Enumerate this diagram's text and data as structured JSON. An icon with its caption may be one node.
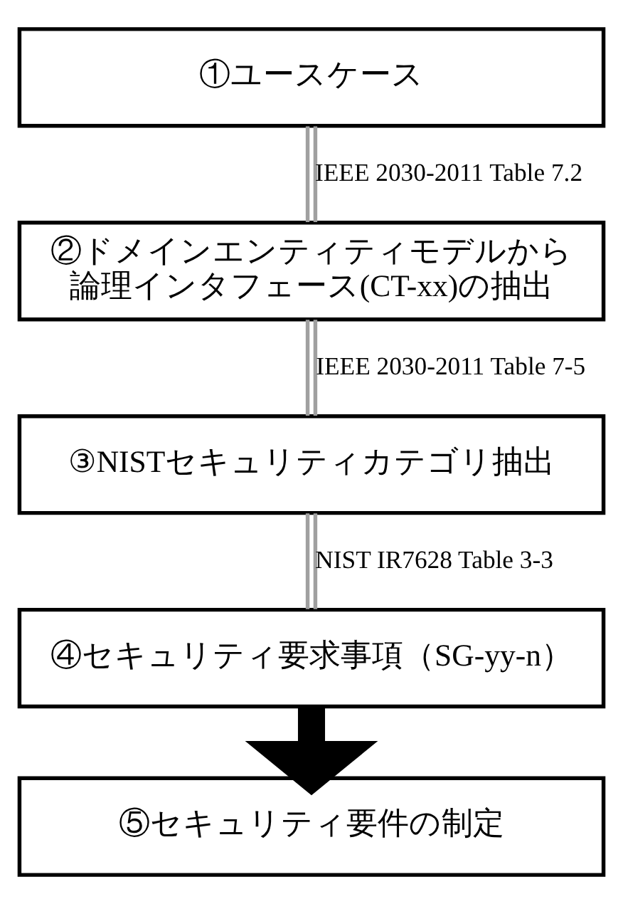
{
  "diagram": {
    "nodes": [
      {
        "text": [
          "①ユースケース"
        ]
      },
      {
        "text": [
          "②ドメインエンティティモデルから論理インタフェース(CT-xx)の抽出"
        ]
      },
      {
        "text": [
          "③NISTセキュリティカテゴリ抽出"
        ]
      },
      {
        "text": [
          "④セキュリティ要求事項（SG-yy-n）"
        ]
      },
      {
        "text": [
          "⑤セキュリティ要件の制定"
        ]
      }
    ],
    "edges": [
      {
        "from": 0,
        "to": 1,
        "arrow": "none",
        "label": "IEEE 2030-2011 Table 7.2"
      },
      {
        "from": 1,
        "to": 2,
        "arrow": "none",
        "label": "IEEE 2030-2011 Table 7-5"
      },
      {
        "from": 2,
        "to": 3,
        "arrow": "none",
        "label": "NIST IR7628 Table 3-3"
      },
      {
        "from": 3,
        "to": 4,
        "arrow": "to",
        "style": "thick",
        "color": "#000000"
      }
    ]
  }
}
